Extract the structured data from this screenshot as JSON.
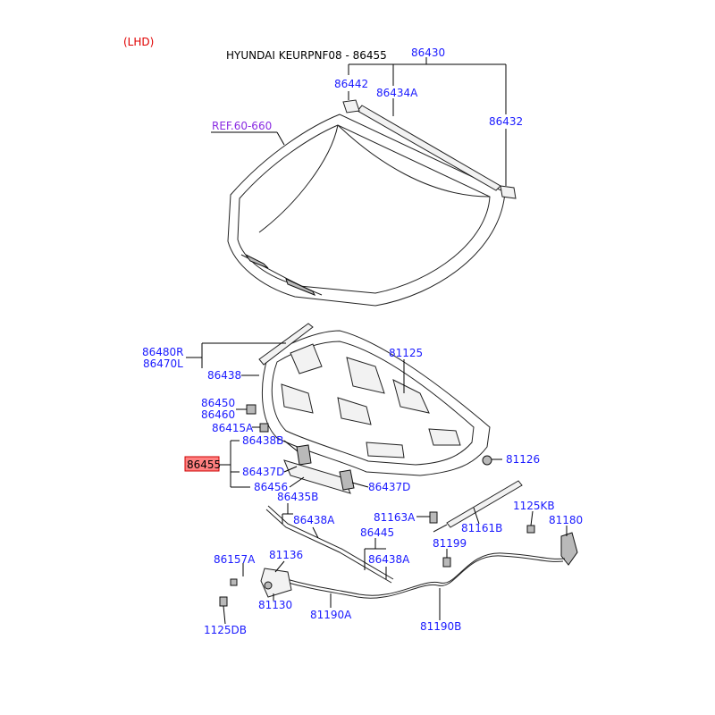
{
  "header": {
    "lhd": "(LHD)",
    "title": "HYUNDAI KEURPNF08 - 86455",
    "ref": "REF.60-660"
  },
  "colors": {
    "label": "#1a1aff",
    "highlight_fill": "#ff8080",
    "highlight_border": "#cc0000",
    "lhd": "#e00000",
    "ref": "#8a2be2"
  },
  "labels": {
    "p86430": "86430",
    "p86442": "86442",
    "p86434A": "86434A",
    "p86432": "86432",
    "p86480R": "86480R",
    "p86470L": "86470L",
    "p86438": "86438",
    "p81125": "81125",
    "p86450": "86450",
    "p86460": "86460",
    "p86415A": "86415A",
    "p86438B": "86438B",
    "p86455": "86455",
    "p86437D_left": "86437D",
    "p86437D_right": "86437D",
    "p86456": "86456",
    "p81126": "81126",
    "p86435B": "86435B",
    "p86438A_top": "86438A",
    "p81163A": "81163A",
    "p81161B": "81161B",
    "p1125KB": "1125KB",
    "p81180": "81180",
    "p86445": "86445",
    "p86438A_bottom": "86438A",
    "p81199": "81199",
    "p86157A": "86157A",
    "p81136": "81136",
    "p81130": "81130",
    "p81190A": "81190A",
    "p81190B": "81190B",
    "p1125DB": "1125DB"
  }
}
